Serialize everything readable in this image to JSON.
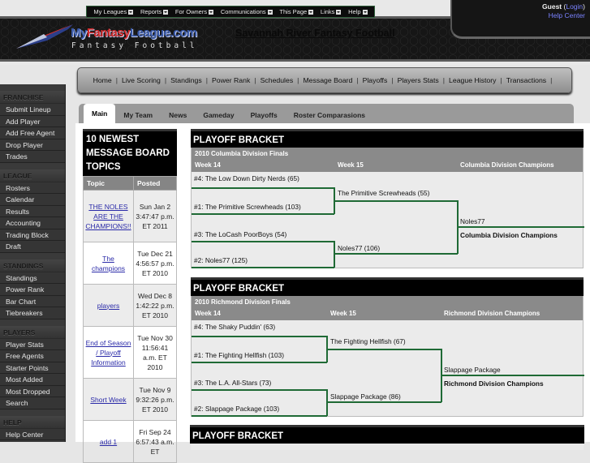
{
  "header": {
    "brand_pre": "My",
    "brand_mid": "Fantasy",
    "brand_post": "League.com",
    "tagline": "Fantasy Football",
    "site_title": "Savannah River Fantasy Football",
    "guest_label": "Guest",
    "login_link": "Login",
    "help_center_link": "Help Center"
  },
  "top_menu": [
    {
      "label": "My Leagues"
    },
    {
      "label": "Reports"
    },
    {
      "label": "For Owners"
    },
    {
      "label": "Communications"
    },
    {
      "label": "This Page"
    },
    {
      "label": "Links"
    },
    {
      "label": "Help"
    }
  ],
  "main_nav": [
    "Home",
    "Live Scoring",
    "Standings",
    "Power Rank",
    "Schedules",
    "Message Board",
    "Playoffs",
    "Players Stats",
    "League History",
    "Transactions"
  ],
  "sidebar": {
    "sections": [
      {
        "heading": "FRANCHISE",
        "items": [
          "Submit Lineup",
          "Add Player",
          "Add Free Agent",
          "Drop Player",
          "Trades"
        ]
      },
      {
        "heading": "LEAGUE",
        "items": [
          "Rosters",
          "Calendar",
          "Results",
          "Accounting",
          "Trading Block",
          "Draft"
        ]
      },
      {
        "heading": "STANDINGS",
        "items": [
          "Standings",
          "Power Rank",
          "Bar Chart",
          "Tiebreakers"
        ]
      },
      {
        "heading": "PLAYERS",
        "items": [
          "Player Stats",
          "Free Agents",
          "Starter Points",
          "Most Added",
          "Most Dropped",
          "Search"
        ]
      },
      {
        "heading": "HELP",
        "items": [
          "Help Center"
        ]
      }
    ]
  },
  "tabs": [
    {
      "label": "Main",
      "active": true
    },
    {
      "label": "My Team"
    },
    {
      "label": "News"
    },
    {
      "label": "Gameday"
    },
    {
      "label": "Playoffs"
    },
    {
      "label": "Roster Comparasions"
    }
  ],
  "message_board": {
    "title": "10 NEWEST MESSAGE BOARD TOPICS",
    "col_topic": "Topic",
    "col_posted": "Posted",
    "rows": [
      {
        "topic": "THE NOLES ARE THE CHAMPIONS!!",
        "posted": "Sun Jan 2 3:47:47 p.m. ET 2011"
      },
      {
        "topic": "The champions",
        "posted": "Tue Dec 21 4:56:57 p.m. ET 2010"
      },
      {
        "topic": "players",
        "posted": "Wed Dec 8 1:42:22 p.m. ET 2010"
      },
      {
        "topic": "End of Season / Playoff Information",
        "posted": "Tue Nov 30 11:56:41 a.m. ET 2010"
      },
      {
        "topic": "Short Week",
        "posted": "Tue Nov 9 9:32:26 p.m. ET 2010"
      },
      {
        "topic": "add 1",
        "posted": "Fri Sep 24 6:57:43 a.m. ET"
      }
    ]
  },
  "brackets": [
    {
      "title": "PLAYOFF BRACKET",
      "subtitle": "2010 Columbia Division Finals",
      "col1": "Week 14",
      "col2": "Week 15",
      "col3": "Columbia Division Champions",
      "r1": [
        "#4: The Low Down Dirty Nerds (65)",
        "#1: The Primitive Screwheads (103)",
        "#3: The LoCash PoorBoys (54)",
        "#2: Noles77 (125)"
      ],
      "r2": [
        "The Primitive Screwheads (55)",
        "Noles77 (106)"
      ],
      "champion": "Noles77",
      "champion_label": "Columbia Division Champions"
    },
    {
      "title": "PLAYOFF BRACKET",
      "subtitle": "2010 Richmond Division Finals",
      "col1": "Week 14",
      "col2": "Week 15",
      "col3": "Richmond Division Champions",
      "r1": [
        "#4: The Shaky Puddin' (63)",
        "#1: The Fighting Hellfish (103)",
        "#3: The L.A. All-Stars (73)",
        "#2: Slappage Package (103)"
      ],
      "r2": [
        "The Fighting Hellfish (67)",
        "Slappage Package (86)"
      ],
      "champion": "Slappage Package",
      "champion_label": "Richmond Division Champions"
    },
    {
      "title": "PLAYOFF BRACKET"
    }
  ],
  "colors": {
    "bracket_line": "#1f6a35",
    "link": "#2a2aa8",
    "header_bg": "#161616"
  }
}
